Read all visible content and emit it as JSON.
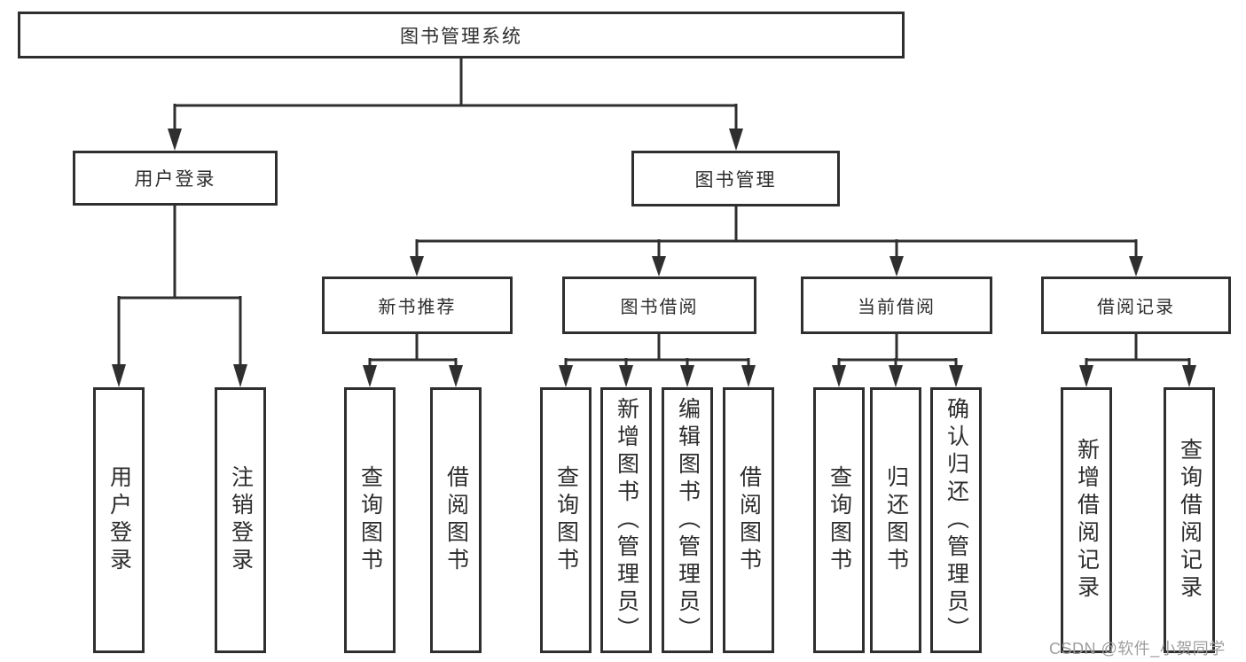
{
  "tree": {
    "root": {
      "label": "图书管理系统"
    },
    "user_login": {
      "label": "用户登录",
      "children": [
        "用户登录",
        "注销登录"
      ]
    },
    "book_mgmt": {
      "label": "图书管理"
    },
    "new_books": {
      "label": "新书推荐",
      "children": [
        "查询图书",
        "借阅图书"
      ]
    },
    "book_borrow": {
      "label": "图书借阅",
      "children": [
        "查询图书",
        "新增图书（管理员）",
        "编辑图书（管理员）",
        "借阅图书"
      ]
    },
    "current_borrow": {
      "label": "当前借阅",
      "children": [
        "查询图书",
        "归还图书",
        "确认归还（管理员）"
      ]
    },
    "borrow_records": {
      "label": "借阅记录",
      "children": [
        "新增借阅记录",
        "查询借阅记录"
      ]
    }
  },
  "watermark": {
    "text": "CSDN @软件_小贺同学"
  },
  "colors": {
    "line": "#2f2f2f",
    "text": "#2d2d2d",
    "background": "#ffffff",
    "watermark": "#9e9e9e"
  }
}
